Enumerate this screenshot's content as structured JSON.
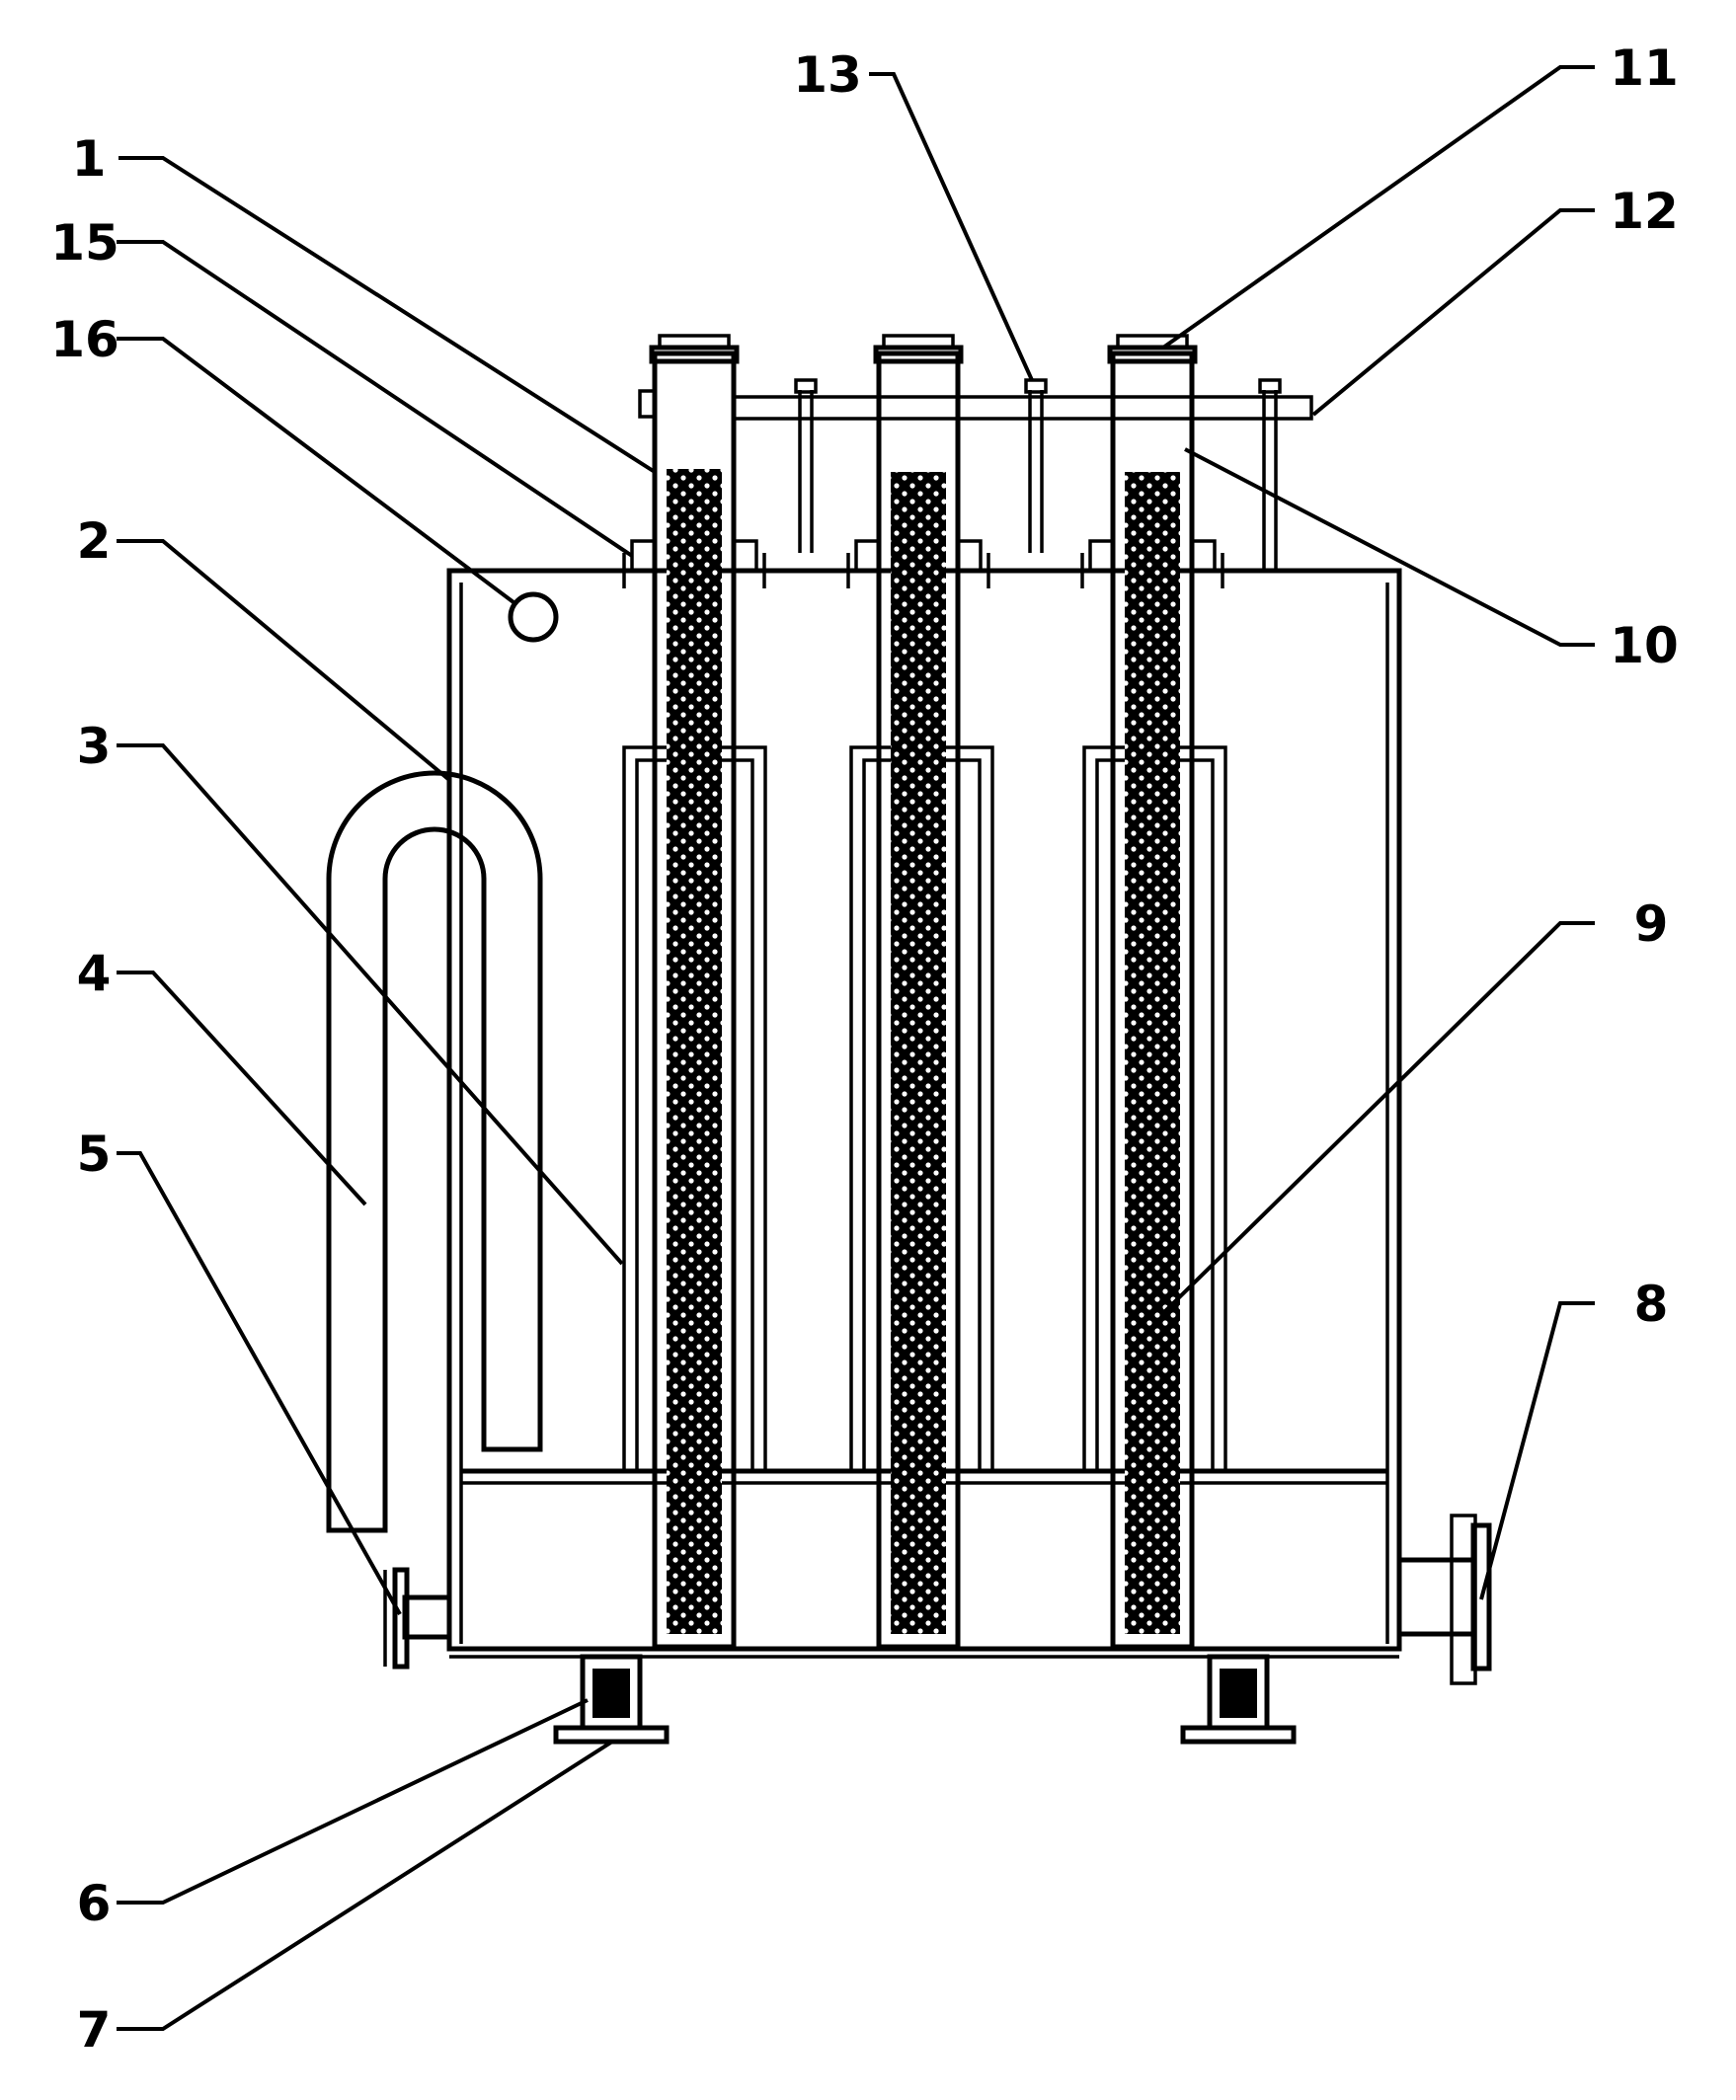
{
  "figure": {
    "labels": [
      {
        "id": "callout-1",
        "text": "1"
      },
      {
        "id": "callout-2",
        "text": "2"
      },
      {
        "id": "callout-3",
        "text": "3"
      },
      {
        "id": "callout-4",
        "text": "4"
      },
      {
        "id": "callout-5",
        "text": "5"
      },
      {
        "id": "callout-6",
        "text": "6"
      },
      {
        "id": "callout-7",
        "text": "7"
      },
      {
        "id": "callout-8",
        "text": "8"
      },
      {
        "id": "callout-9",
        "text": "9"
      },
      {
        "id": "callout-10",
        "text": "10"
      },
      {
        "id": "callout-11",
        "text": "11"
      },
      {
        "id": "callout-12",
        "text": "12"
      },
      {
        "id": "callout-13",
        "text": "13"
      },
      {
        "id": "callout-15",
        "text": "15"
      },
      {
        "id": "callout-16",
        "text": "16"
      }
    ]
  }
}
